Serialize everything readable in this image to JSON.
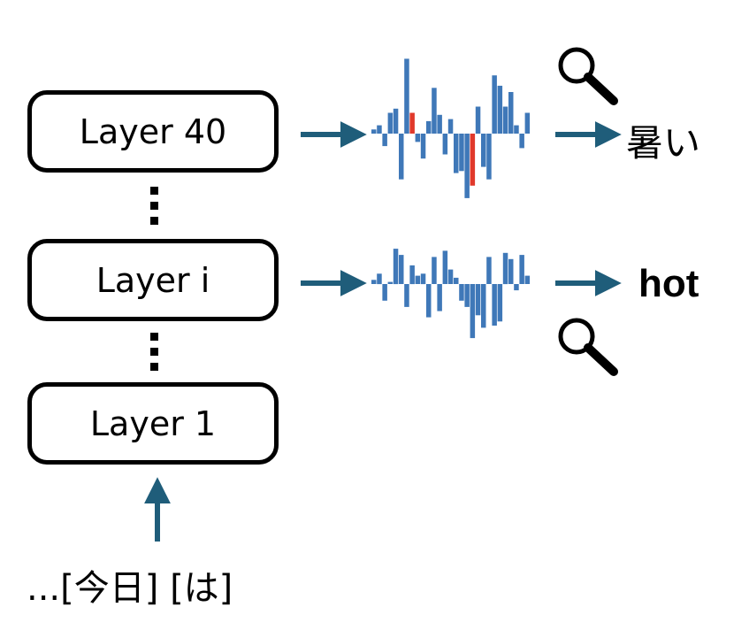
{
  "layers": {
    "top": "Layer 40",
    "middle": "Layer i",
    "bottom": "Layer 1"
  },
  "outputs": {
    "top": "暑い",
    "middle": "hot"
  },
  "input_tokens": "...[今日] [は]",
  "icons": [
    "magnifier-icon",
    "magnifier-icon"
  ],
  "colors": {
    "arrow": "#1f5d7a",
    "bar": "#3f78b8",
    "highlight_bar": "#e0392b",
    "border": "#000000"
  },
  "activations": {
    "top": [
      2,
      4,
      -6,
      10,
      12,
      -22,
      36,
      10,
      -4,
      -12,
      6,
      22,
      9,
      -10,
      7,
      -19,
      -18,
      -31,
      -25,
      13,
      -16,
      -22,
      28,
      23,
      13,
      20,
      4,
      -7,
      10
    ],
    "top_highlight_indices": [
      7,
      18
    ],
    "middle": [
      2,
      5,
      -8,
      1,
      17,
      14,
      -11,
      9,
      4,
      5,
      -16,
      13,
      -13,
      16,
      7,
      3,
      -8,
      -11,
      -26,
      -15,
      -21,
      13,
      -20,
      -18,
      15,
      12,
      -3,
      14,
      4
    ]
  }
}
